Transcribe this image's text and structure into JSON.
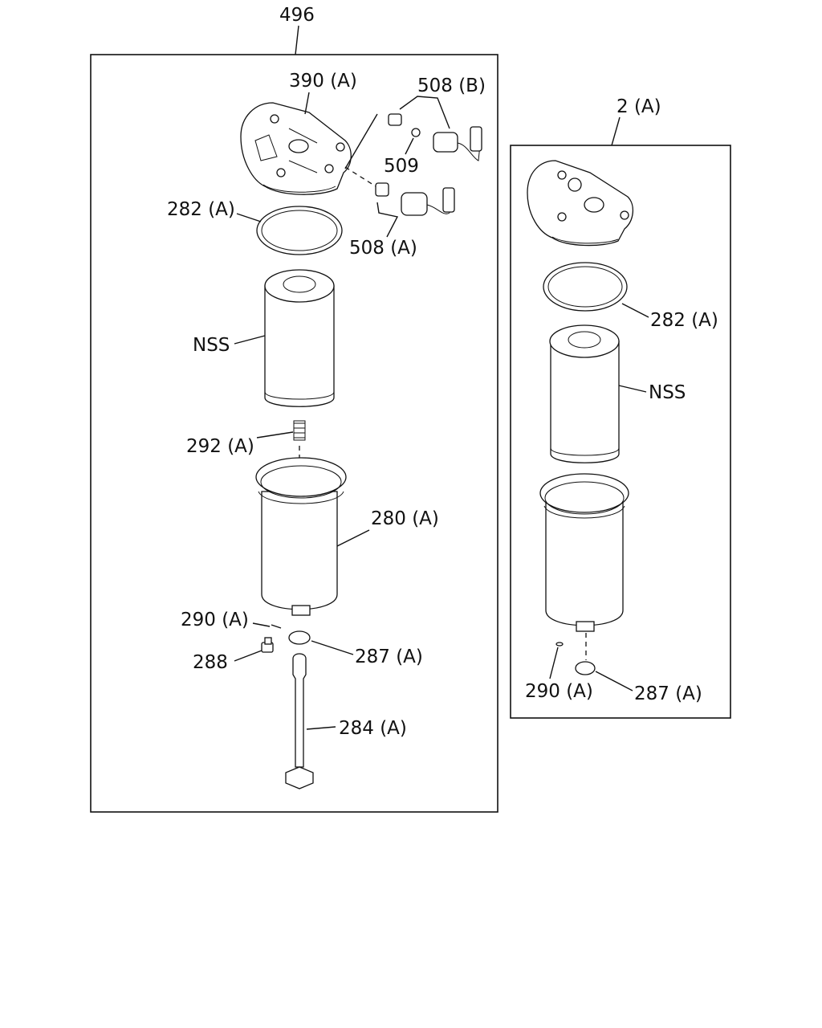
{
  "labels": {
    "assembly_main": "496",
    "header_main": "390 (A)",
    "sensor_b": "508 (B)",
    "oring_509": "509",
    "sensor_a": "508 (A)",
    "gasket_main": "282 (A)",
    "element_main": "NSS",
    "spring_main": "292 (A)",
    "bowl_main": "280 (A)",
    "seal_290_main": "290 (A)",
    "plug_288": "288",
    "washer_main": "287 (A)",
    "bolt_284": "284 (A)",
    "assembly_alt": "2 (A)",
    "gasket_alt": "282 (A)",
    "element_alt": "NSS",
    "seal_290_alt": "290 (A)",
    "washer_alt": "287 (A)"
  }
}
